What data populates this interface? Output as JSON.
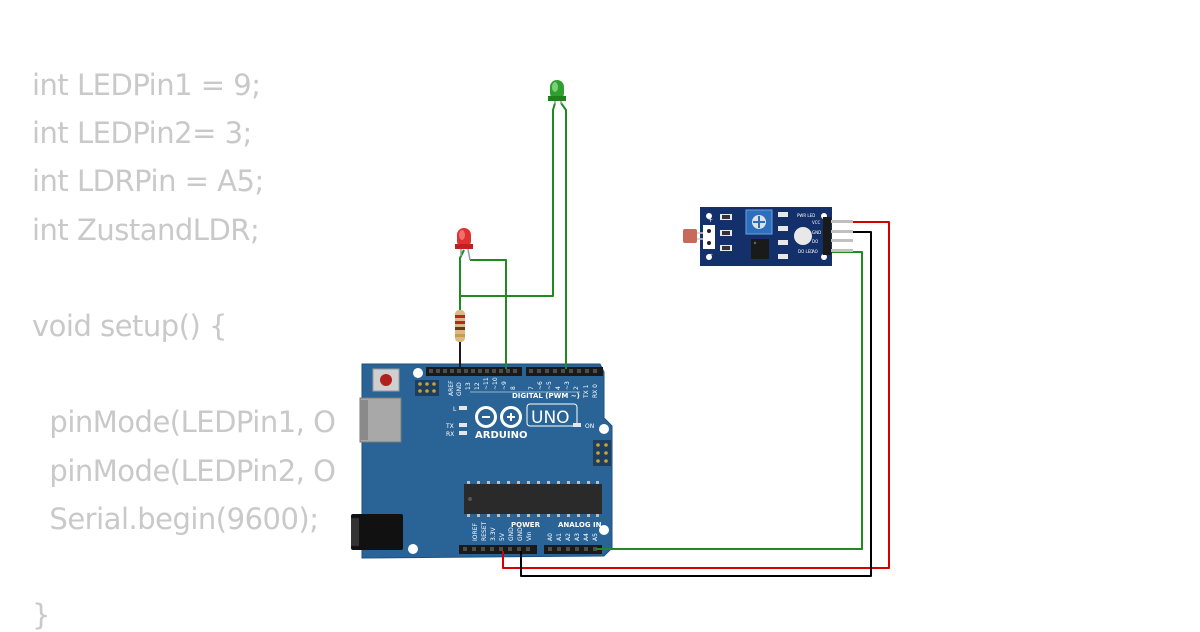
{
  "code": {
    "lines": [
      "int LEDPin1 = 9;",
      "int LEDPin2= 3;",
      "int LDRPin = A5;",
      "int ZustandLDR;",
      "",
      "void setup() {",
      "",
      "  pinMode(LEDPin1, O",
      "  pinMode(LEDPin2, O",
      "  Serial.begin(9600);",
      "",
      "}"
    ]
  },
  "arduino": {
    "brand": "ARDUINO",
    "model": "UNO",
    "digital_label": "DIGITAL (PWM ~)",
    "aref": "AREF",
    "gnd": "GND",
    "digital_pins": [
      "13",
      "12",
      "~11",
      "~10",
      "~9",
      "8",
      "7",
      "~6",
      "~5",
      "4",
      "~3",
      "2",
      "TX 1",
      "RX 0"
    ],
    "power_label": "POWER",
    "power_pins": [
      "IOREF",
      "RESET",
      "3.3V",
      "5V",
      "GND",
      "GND",
      "Vin"
    ],
    "analog_label": "ANALOG IN",
    "analog_pins": [
      "A0",
      "A1",
      "A2",
      "A3",
      "A4",
      "A5"
    ],
    "led_l": "L",
    "led_tx": "TX",
    "led_rx": "RX",
    "led_on": "ON"
  },
  "sensor": {
    "pins": [
      "VCC",
      "GND",
      "DO",
      "AO"
    ],
    "pwr_led": "PWR LED",
    "do_led": "DO LED"
  },
  "colors": {
    "board": "#2a6496",
    "wire_green": "#1f8a1f",
    "wire_red": "#d40000",
    "wire_black": "#000000",
    "code_text": "#c9c9c9"
  }
}
